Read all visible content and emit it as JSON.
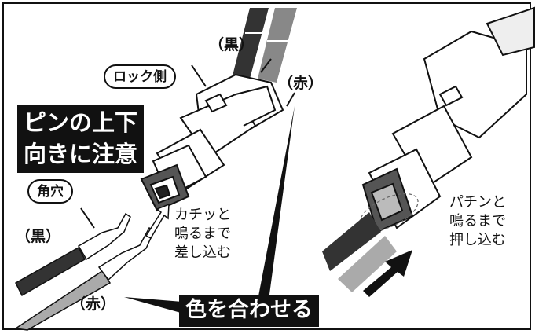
{
  "labels": {
    "black_top": "（黒）",
    "red_top": "（赤）",
    "lock_side": "ロック側",
    "pin_updown": "ピンの上下\n向きに注意",
    "square_hole": "角穴",
    "black_left": "（黒）",
    "red_bottom": "（赤）",
    "click_text": "カチッと\n鳴るまで\n差し込む",
    "match_colors": "色を合わせる",
    "push_text": "パチンと\n鳴るまで\n押し込む"
  },
  "colors": {
    "black_wire": "#333333",
    "red_wire": "#a6a6a6",
    "arrow": "#111111"
  }
}
